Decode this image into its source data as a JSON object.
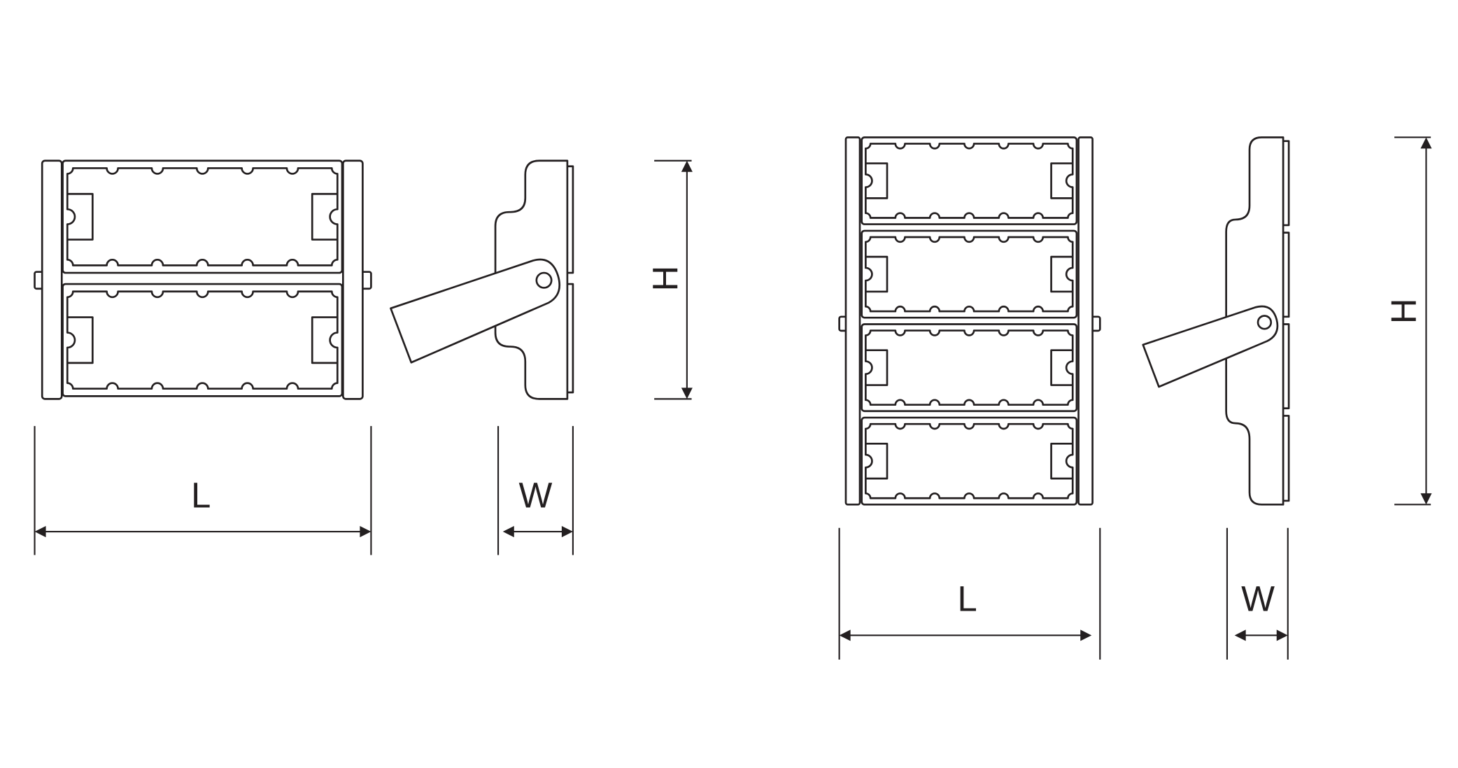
{
  "diagrams": [
    {
      "name": "two-module-floodlight",
      "modules": 2,
      "labels": {
        "length": "L",
        "width": "W",
        "height": "H"
      }
    },
    {
      "name": "four-module-floodlight",
      "modules": 4,
      "labels": {
        "length": "L",
        "width": "W",
        "height": "H"
      }
    }
  ],
  "colors": {
    "line": "#231f20",
    "background": "#ffffff"
  }
}
